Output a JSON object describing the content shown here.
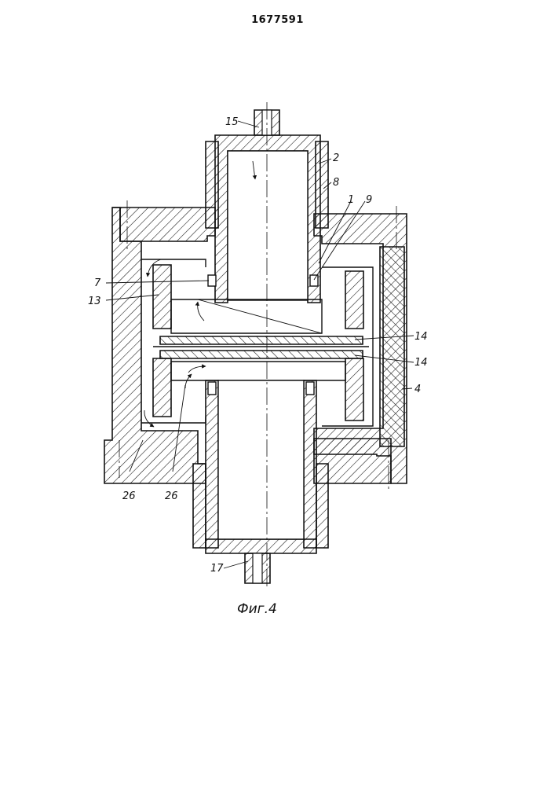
{
  "header": {
    "patent_number": "1677591"
  },
  "figure": {
    "caption": "Фиг.4",
    "labels": {
      "l15": "15",
      "l2": "2",
      "l8": "8",
      "l1": "1",
      "l9": "9",
      "l7": "7",
      "l13": "13",
      "l14a": "14",
      "l14b": "14",
      "l4": "4",
      "l26a": "26",
      "l26b": "26",
      "l17": "17"
    }
  }
}
